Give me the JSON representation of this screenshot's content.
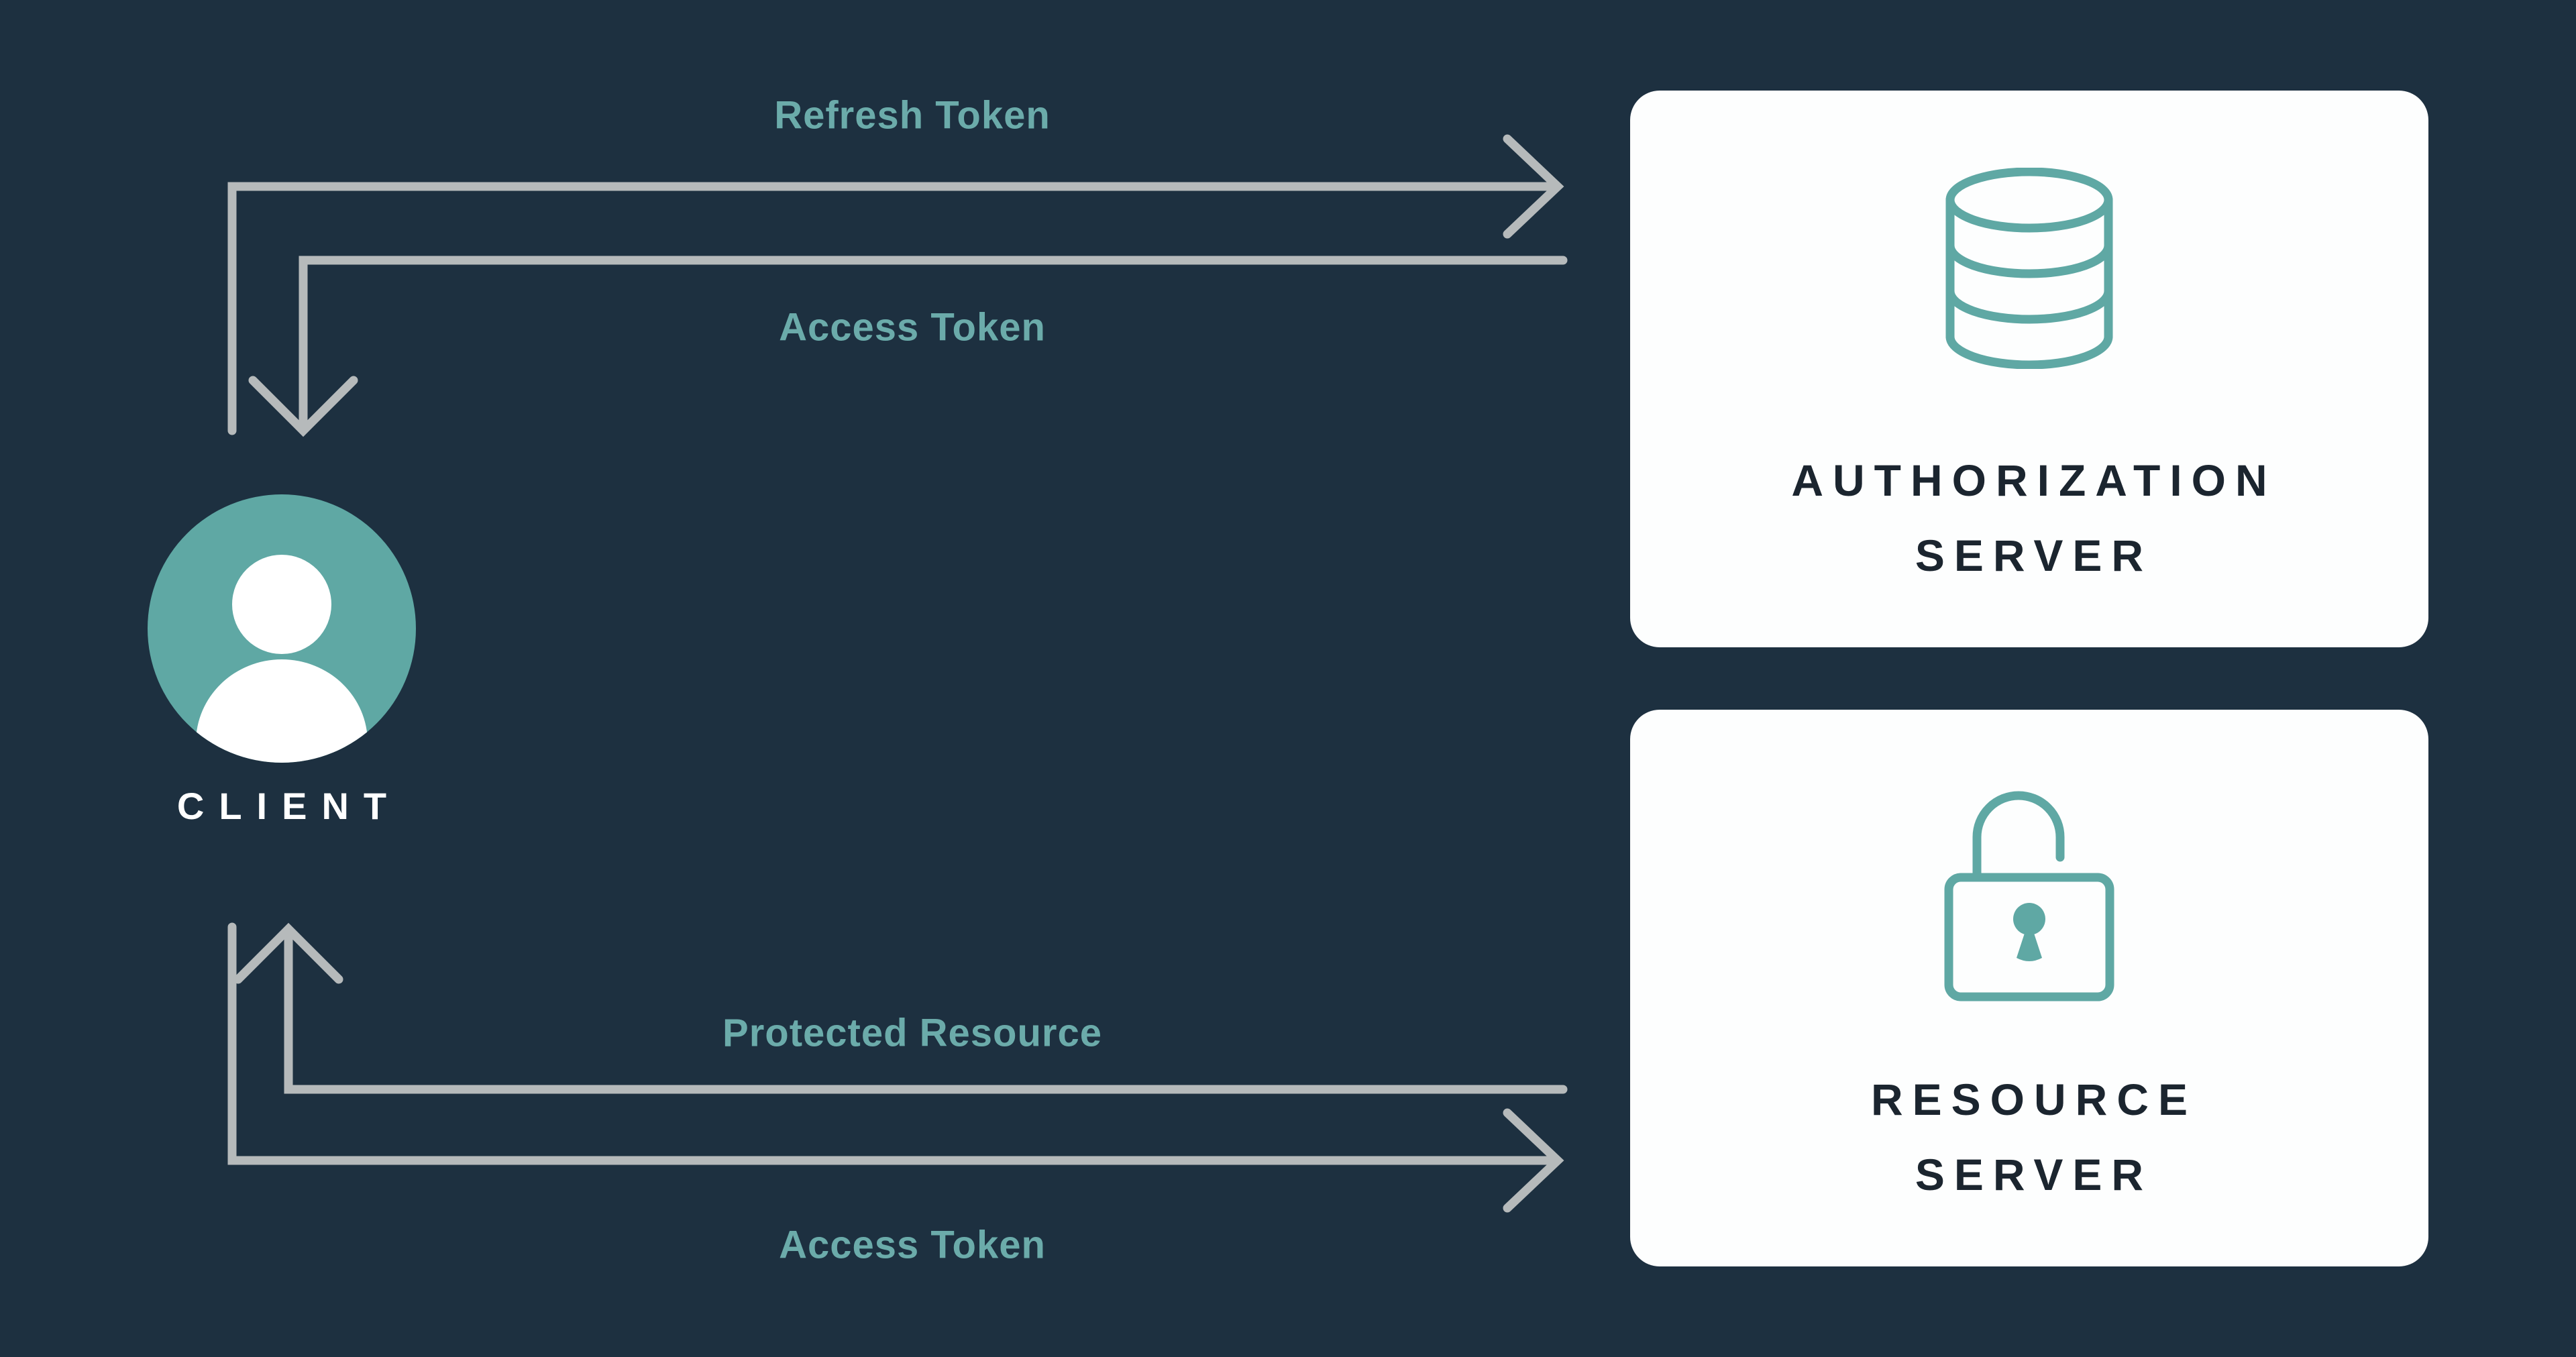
{
  "colors": {
    "background": "#1d3040",
    "teal": "#5fa8a4",
    "label_teal": "#6babaa",
    "arrow_gray": "#b6babb",
    "box_white": "#fdfefe",
    "box_text": "#1b252f",
    "client_text": "#ffffff"
  },
  "client": {
    "label": "CLIENT",
    "icon": "user-icon"
  },
  "servers": [
    {
      "name": "authorization-server",
      "label_line1": "AUTHORIZATION",
      "label_line2": "SERVER",
      "icon": "database-icon"
    },
    {
      "name": "resource-server",
      "label_line1": "RESOURCE",
      "label_line2": "SERVER",
      "icon": "lock-icon"
    }
  ],
  "flows": [
    {
      "label": "Refresh Token",
      "from": "client",
      "to": "authorization-server",
      "arrow_direction": "right"
    },
    {
      "label": "Access Token",
      "from": "authorization-server",
      "to": "client",
      "arrow_direction": "down"
    },
    {
      "label": "Protected Resource",
      "from": "resource-server",
      "to": "client",
      "arrow_direction": "up"
    },
    {
      "label": "Access Token",
      "from": "client",
      "to": "resource-server",
      "arrow_direction": "right"
    }
  ]
}
